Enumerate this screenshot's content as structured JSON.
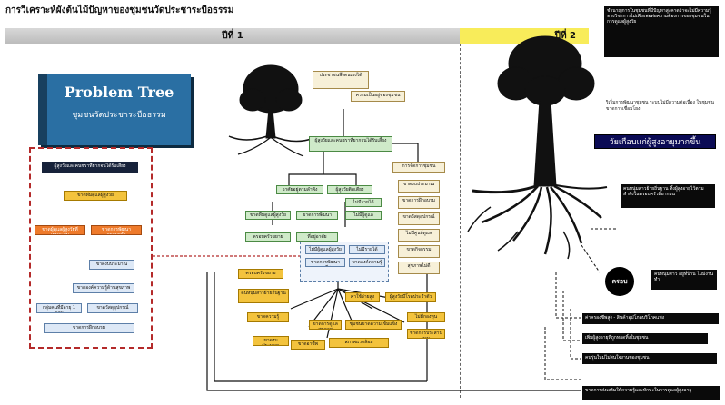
{
  "title": "การวิเคราะห์ผังต้นไม้ปัญหาของชุมชนวัดประชาระบือธรรม",
  "headers": {
    "col1": "ปีที่ 1",
    "col2": "ปีที่ 2"
  },
  "problem_tree": {
    "heading": "Problem Tree",
    "subheading": "ชุมชนวัดประชาระบือธรรม"
  },
  "left_panel": {
    "top": "ผู้สูงวัยและคนชราที่ยากจนได้รับเสี้ยง",
    "boxes": [
      "ขาดทีมดูแลผู้สูงวัย",
      "ขาดผู้ดูแลผู้สูงวัยที่เหมาะสม",
      "ขาดการพัฒนาครอบครัว",
      "ขาดงบประมาณ",
      "ขาดองค์ความรู้ด้านสุขภาพ",
      "กลุ่มคนที่มีอายุ 1 กลุ่ม",
      "ขาดวัสดุอุปกรณ์",
      "ขาดการฝึกอบรม"
    ]
  },
  "center_diagram": {
    "top": [
      "ประชาชนพึ่งตนเองได้",
      "ความเป็นอยู่ของชุมชน",
      "ผู้สูงวัยและคนชราที่ยากจนได้รับเสี้ยง"
    ],
    "mid": [
      "อาศัยอยู่ตามลำพัง",
      "ผู้สูงวัยติดเตียง",
      "ไม่มีรายได้",
      "ขาดทีมดูแลผู้สูงวัย",
      "ขาดการพัฒนา",
      "ไม่มีผู้ดูแล",
      "ครอบครัวขยาย",
      "ที่อยู่อาศัย"
    ],
    "right": [
      "การจัดการชุมชน",
      "ขาดงบประมาณ",
      "ขาดการฝึกอบรม",
      "ขาดวัสดุอุปกรณ์",
      "ไม่มีศูนย์ดูแล",
      "ขาดกิจกรรม",
      "สุขภาพไม่ดี"
    ],
    "center": [
      "ไม่มีผู้ดูแลผู้สูงวัย",
      "ไม่มีรายได้",
      "ขาดการพัฒนาอาชีพ",
      "ขาดองค์ความรู้"
    ],
    "roots": [
      "ครอบครัวขยาย",
      "คนหนุ่มสาวย้ายถิ่นฐาน",
      "ขาดความรู้",
      "ขาดงบประมาณ",
      "ขาดอาชีพ",
      "ค่าใช้จ่ายสูง",
      "ผู้สูงวัยมีโรคประจำตัว",
      "ขาดการดูแลสุขภาพ",
      "ชุมชนขาดความเข้มแข็ง",
      "สภาพแวดล้อม",
      "ไม่มีกองทุน",
      "ขาดการประสานงาน"
    ]
  },
  "right_panel": {
    "r1": "ชำนาญการในชุมชนที่มีปัญหาสูงคาดว่าจะไม่มีความรู้ทางวิชาการไม่เพียงพอต่อความต้องการของชุมชนในการดูแลผู้สูงวัย",
    "r2": "ริเริ่มการพัฒนาชุมชน ระบบไม่มีความต่อเนื่อง ในชุมชนขาดการเชื่อมโยง",
    "r3": "วัยเกือบแก่ผู้สูงอายุมากขึ้น",
    "r4": "คนหนุ่มสาวย้ายถิ่นฐาน ทิ้งผู้สูงอายุไว้ตามลำพังในครอบครัวที่ยากจน",
    "circle": "ครอบ",
    "r5": "คนหนุ่มสาว อยู่ที่บ้าน ไม่มีงานทำ",
    "r6": "ค่าครองชีพสูง - สินค้าอุปโภคบริโภคแพง",
    "r7": "เพิ่มผู้สูงอายุที่ถูกทอดทิ้งในชุมชน",
    "r8": "คนรุ่นใหม่ไม่สนใจงานของชุมชน",
    "r9": "ขาดการส่งเสริมให้ความรู้และทักษะในการดูแลผู้สูงอายุ"
  }
}
